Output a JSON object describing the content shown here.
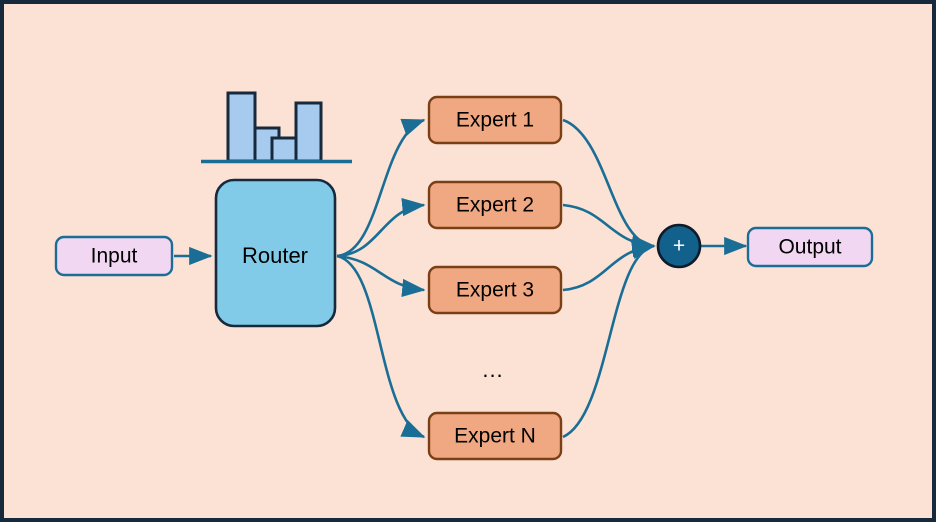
{
  "diagram": {
    "title": "Mixture-of-Experts routing diagram",
    "colors": {
      "background": "#fbe2d5",
      "frame_border": "#16293d",
      "io_fill": "#f2d7f2",
      "io_stroke": "#1a6e96",
      "router_fill": "#82cbe8",
      "router_stroke": "#16293d",
      "expert_fill": "#f0a882",
      "expert_stroke": "#7b3f16",
      "arrow": "#1a6e96",
      "sum_fill": "#12608c",
      "histogram_bar_fill": "#a6cbee",
      "histogram_bar_stroke": "#16293d"
    },
    "input": {
      "label": "Input"
    },
    "router": {
      "label": "Router"
    },
    "experts": [
      {
        "label": "Expert 1"
      },
      {
        "label": "Expert 2"
      },
      {
        "label": "Expert 3"
      },
      {
        "label": "Expert N"
      }
    ],
    "ellipsis": {
      "label": "..."
    },
    "sum_node": {
      "label": "+",
      "icon": "plus-icon"
    },
    "output": {
      "label": "Output"
    },
    "histogram": {
      "icon": "histogram-icon",
      "bars": [
        {
          "value": 68
        },
        {
          "value": 33
        },
        {
          "value": 23
        },
        {
          "value": 58
        }
      ],
      "baseline_label": ""
    }
  }
}
